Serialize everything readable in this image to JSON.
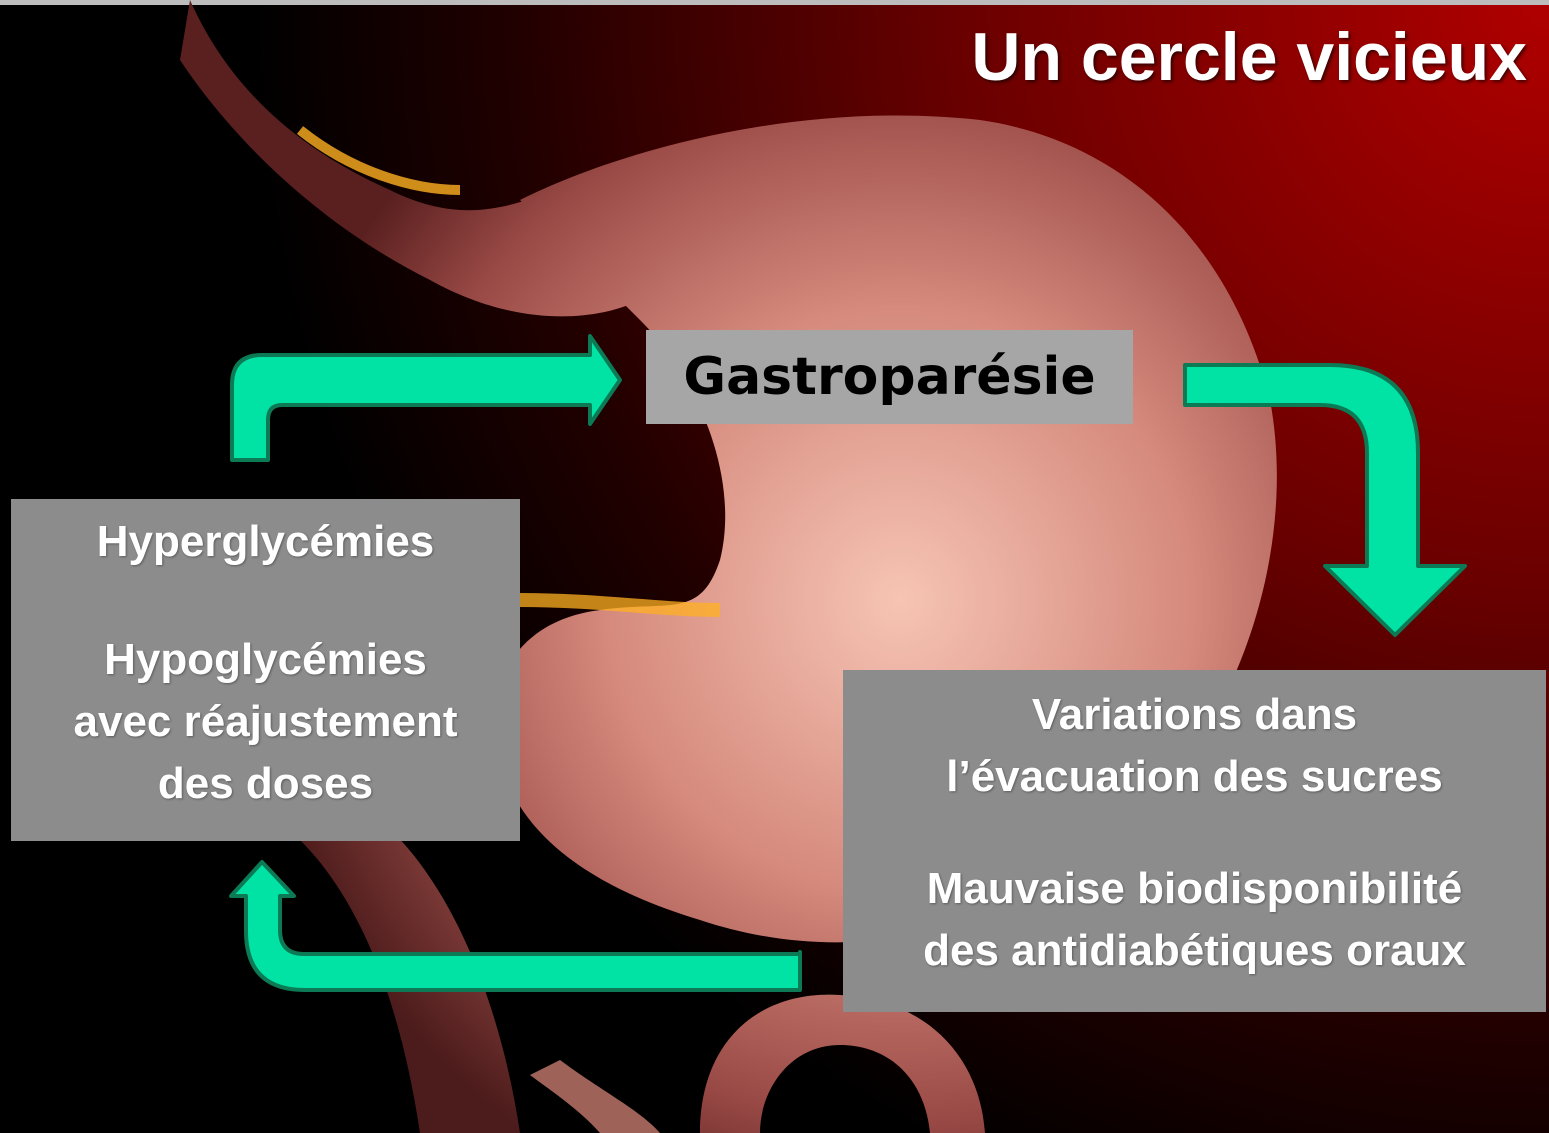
{
  "title": "Un cercle vicieux",
  "nodes": {
    "center": {
      "label": "Gastroparésie"
    },
    "left": {
      "line1": "Hyperglycémies",
      "line2": "Hypoglycémies",
      "line3": "avec réajustement",
      "line4": "des doses"
    },
    "right": {
      "line1": "Variations dans",
      "line2": "l’évacuation  des sucres",
      "line3": "Mauvaise biodisponibilité",
      "line4": "des antidiabétiques oraux"
    }
  },
  "colors": {
    "arrow_fill": "#00e3a4",
    "arrow_stroke": "#0b7a55",
    "box_gray": "#8c8c8c",
    "center_box_gray": "#a6a6a6",
    "bg_red": "#9e0000"
  },
  "background": "stomach-anatomy-illustration"
}
